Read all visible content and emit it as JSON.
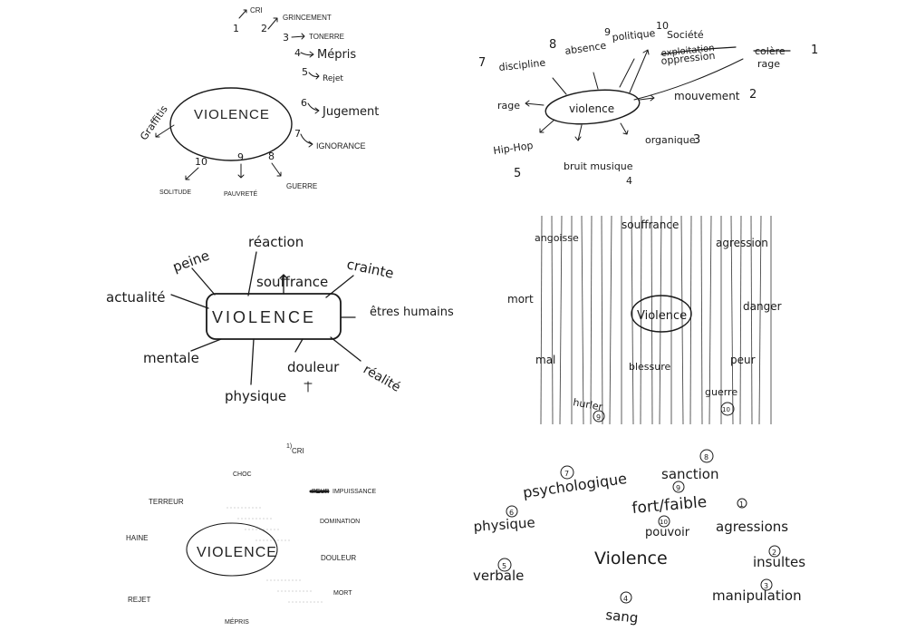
{
  "mindmaps": [
    {
      "center": "VIOLENCE",
      "items": [
        {
          "num": "1",
          "word": "CRI"
        },
        {
          "num": "2",
          "word": "GRINCEMENT"
        },
        {
          "num": "3",
          "word": "TONERRE"
        },
        {
          "num": "4",
          "word": "Mépris"
        },
        {
          "num": "5",
          "word": "Rejet"
        },
        {
          "num": "6",
          "word": "Jugement"
        },
        {
          "num": "7",
          "word": "IGNORANCE"
        },
        {
          "num": "8",
          "word": "GUERRE"
        },
        {
          "num": "9",
          "word": "PAUVRETÉ"
        },
        {
          "num": "10",
          "word": "SOLITUDE"
        },
        {
          "num": "",
          "word": "Graffitis"
        }
      ]
    },
    {
      "center": "violence",
      "items": [
        {
          "num": "1",
          "word": "rage",
          "strike": "colère"
        },
        {
          "num": "2",
          "word": "mouvement"
        },
        {
          "num": "3",
          "word": "organique"
        },
        {
          "num": "4",
          "word": "bruit musique"
        },
        {
          "num": "5",
          "word": "Hip-Hop"
        },
        {
          "num": "",
          "word": "rage"
        },
        {
          "num": "7",
          "word": "discipline"
        },
        {
          "num": "8",
          "word": "absence"
        },
        {
          "num": "9",
          "word": "politique"
        },
        {
          "num": "10",
          "word": "Société"
        },
        {
          "num": "",
          "word": "oppression",
          "strike": "exploitation"
        }
      ]
    },
    {
      "center": "VIOLENCE",
      "items": [
        "réaction",
        "souffrance",
        "crainte",
        "êtres humains",
        "réalité",
        "douleur",
        "physique",
        "mentale",
        "actualité",
        "peine"
      ]
    },
    {
      "center": "Violence",
      "items": [
        "angoisse",
        "souffrance",
        "agression",
        "mort",
        "danger",
        "mal",
        "blessure",
        "peur",
        "hurler",
        "guerre"
      ],
      "circled": [
        "9",
        "10"
      ]
    },
    {
      "center": "VIOLENCE",
      "items": [
        "CRI",
        "CHOC",
        "TERREUR",
        "HAINE",
        "REJET",
        "MÉPRIS",
        "IMPUISSANCE",
        "DOMINATION",
        "DOULEUR",
        "MORT"
      ],
      "strike": "PEUR"
    },
    {
      "center": "Violence",
      "items": [
        {
          "num": "1",
          "word": "agressions"
        },
        {
          "num": "2",
          "word": "insultes"
        },
        {
          "num": "3",
          "word": "manipulation"
        },
        {
          "num": "4",
          "word": "sang"
        },
        {
          "num": "5",
          "word": "verbale"
        },
        {
          "num": "6",
          "word": "physique"
        },
        {
          "num": "7",
          "word": "psychologique"
        },
        {
          "num": "8",
          "word": "sanction"
        },
        {
          "num": "9",
          "word": "fort/faible"
        },
        {
          "num": "10",
          "word": "pouvoir"
        }
      ]
    }
  ]
}
